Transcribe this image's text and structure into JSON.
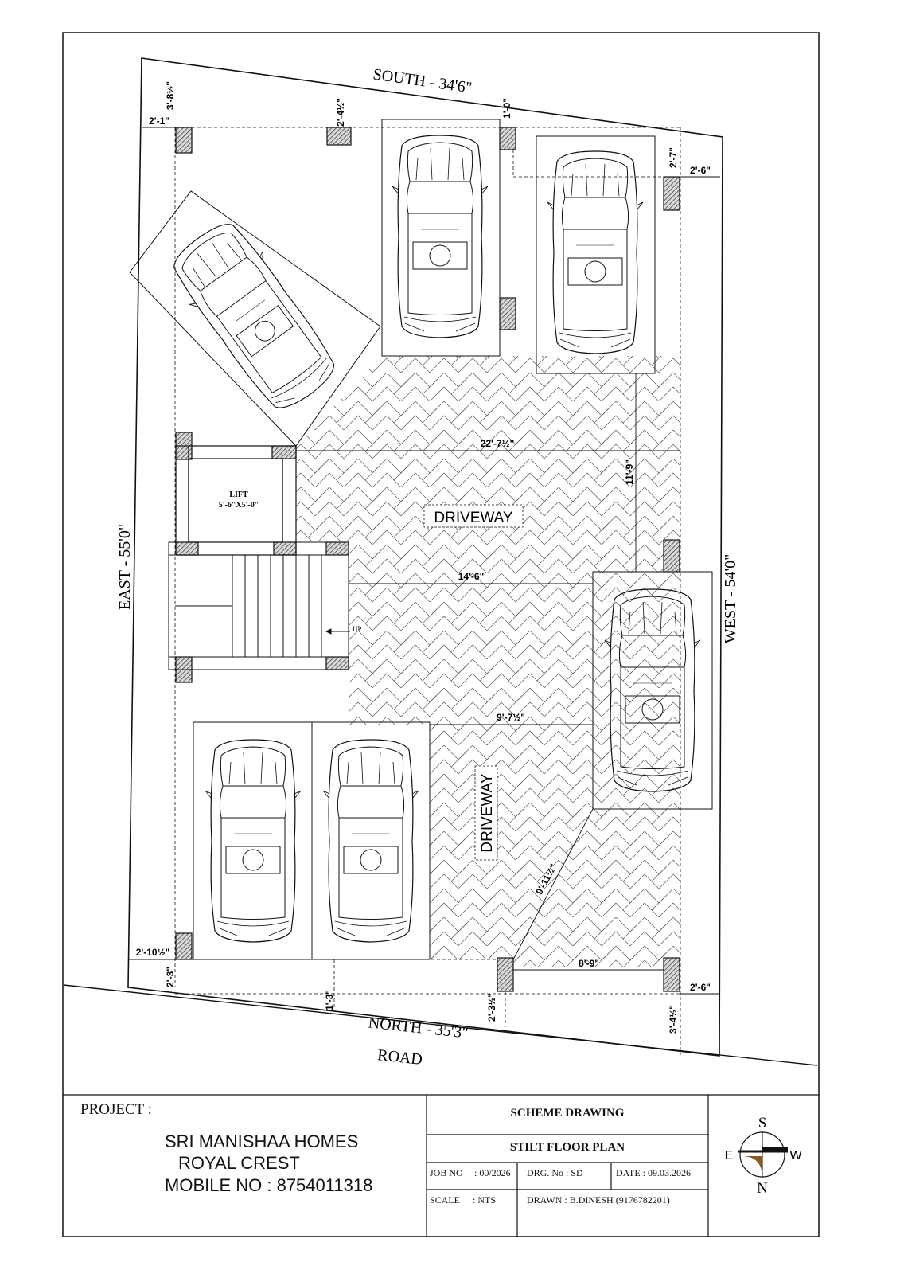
{
  "site": {
    "south_label": "SOUTH - 34'6\"",
    "north_label": "NORTH - 35'3\"",
    "east_label": "EAST - 55'0\"",
    "west_label": "WEST - 54'0\"",
    "road_label": "ROAD"
  },
  "rooms": {
    "lift_title": "LIFT",
    "lift_size": "5'-6\"X5'-0\"",
    "driveway_main": "DRIVEWAY",
    "driveway_lower": "DRIVEWAY",
    "stair_up": "UP"
  },
  "dimensions": {
    "top_left_setback": "2'-1\"",
    "top_left_vertical": "3'-8½\"",
    "top_mid_vertical": "2'-4½\"",
    "top_right_vertical": "1'-0\"",
    "right_top_vertical": "2'-7\"",
    "right_top_setback": "2'-6\"",
    "width_22": "22'-7½\"",
    "height_11": "11'-9\"",
    "width_14": "14'-6\"",
    "width_9": "9'-7½\"",
    "diagonal_9": "9'-11½\"",
    "width_8": "8'-9\"",
    "bottom_left_setback": "2'-10½\"",
    "bottom_left_vertical": "2'-3\"",
    "bottom_mid_vertical": "1'-3\"",
    "bottom_right_mid_vertical": "2'-3½\"",
    "bottom_right_vertical": "3'-4½\"",
    "bottom_right_setback": "2'-6\""
  },
  "title_block": {
    "project_label": "PROJECT :",
    "project_name": "SRI MANISHAA HOMES",
    "project_sub": "ROYAL CREST",
    "mobile": "MOBILE NO : 8754011318",
    "scheme": "SCHEME DRAWING",
    "plan_title": "STILT FLOOR PLAN",
    "job_no_label": "JOB NO",
    "job_no_value": ": 00/2026",
    "drg_no": "DRG. No : SD",
    "date": "DATE : 09.03.2026",
    "scale_label": "SCALE",
    "scale_value": ": NTS",
    "drawn": "DRAWN : B.DINESH  (9176782201)"
  },
  "compass": {
    "s": "S",
    "n": "N",
    "e": "E",
    "w": "W"
  },
  "colors": {
    "line": "#111111",
    "column_fill": "#b0b0b0",
    "compass_accent": "#8a5a1f"
  }
}
